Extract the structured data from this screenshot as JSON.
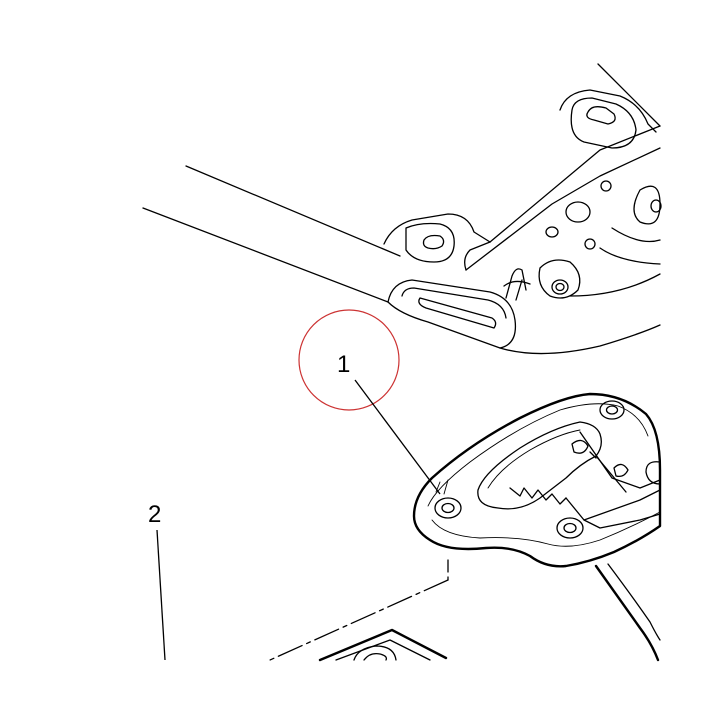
{
  "callouts": [
    {
      "id": "1",
      "label": "1"
    },
    {
      "id": "2",
      "label": "2"
    }
  ],
  "colors": {
    "line": "#000000",
    "highlight_circle": "#cc3333",
    "background": "#ffffff"
  }
}
